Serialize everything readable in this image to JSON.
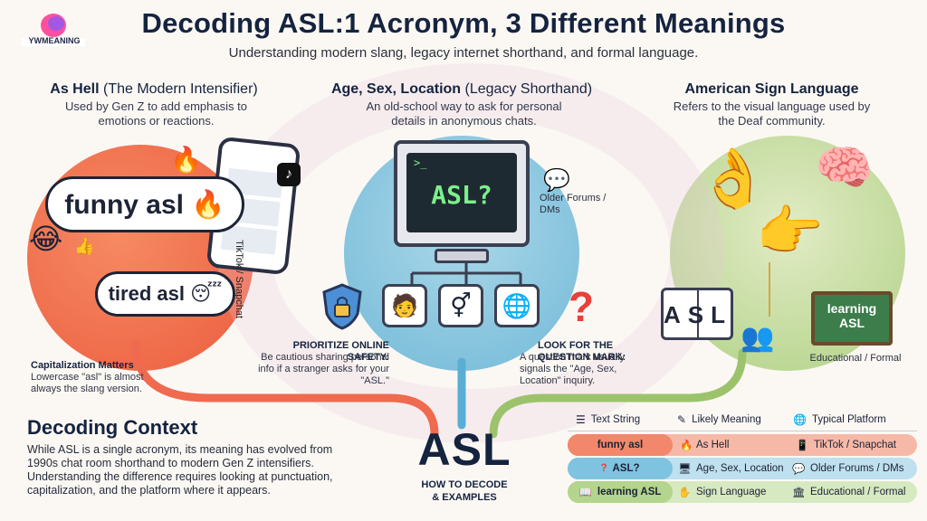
{
  "header": {
    "logo_text": "YWMEANING",
    "title": "Decoding ASL:1 Acronym, 3 Different Meanings",
    "subtitle": "Understanding modern slang, legacy internet shorthand, and formal language."
  },
  "columns": [
    {
      "title_main": "As Hell",
      "title_light": "(The Modern Intensifier)",
      "desc": "Used by Gen Z to add emphasis to emotions or reactions."
    },
    {
      "title_main": "Age, Sex, Location",
      "title_light": "(Legacy Shorthand)",
      "desc": "An old-school way to ask for personal details in anonymous chats."
    },
    {
      "title_main": "American Sign Language",
      "title_light": "",
      "desc": "Refers to the visual language used by the Deaf community."
    }
  ],
  "slang": {
    "bubble1": "funny asl 🔥",
    "bubble2": "tired asl 😴",
    "platform": "TikTok / Snapchat",
    "tip_title": "Capitalization Matters",
    "tip_text": "Lowercase \"asl\" is almost always the slang version."
  },
  "legacy": {
    "screen_text": "ASL?",
    "prompt": ">_",
    "forums": "Older Forums / DMs",
    "safety_title": "PRIORITIZE ONLINE SAFETY:",
    "safety_text": "Be cautious sharing personal info if a stranger asks for your \"ASL.\"",
    "question_title": "LOOK FOR THE QUESTION MARK:",
    "question_text": "A question mark usually signals the \"Age, Sex, Location\" inquiry."
  },
  "sign": {
    "book_text": "ASL",
    "board_text": "learning ASL",
    "platform": "Educational / Formal"
  },
  "context": {
    "title": "Decoding Context",
    "text": "While ASL is a single acronym, its meaning has evolved from 1990s chat room shorthand to modern Gen Z intensifiers. Understanding the difference requires looking at punctuation, capitalization, and the platform where it appears."
  },
  "center": {
    "big": "ASL",
    "sub1": "HOW TO DECODE",
    "sub2": "& EXAMPLES"
  },
  "table": {
    "headers": [
      "Text String",
      "Likely Meaning",
      "Typical Platform"
    ],
    "rows": [
      {
        "text": "funny asl",
        "meaning": "As Hell",
        "platform": "TikTok / Snapchat",
        "color": "#f2876b"
      },
      {
        "text": "ASL?",
        "meaning": "Age, Sex, Location",
        "platform": "Older Forums / DMs",
        "color": "#7ec3df"
      },
      {
        "text": "learning ASL",
        "meaning": "Sign Language",
        "platform": "Educational / Formal",
        "color": "#b3d58d"
      }
    ]
  },
  "colors": {
    "orange": "#f0674a",
    "blue": "#5aaed3",
    "green": "#9cc36c",
    "navy": "#15233f"
  }
}
